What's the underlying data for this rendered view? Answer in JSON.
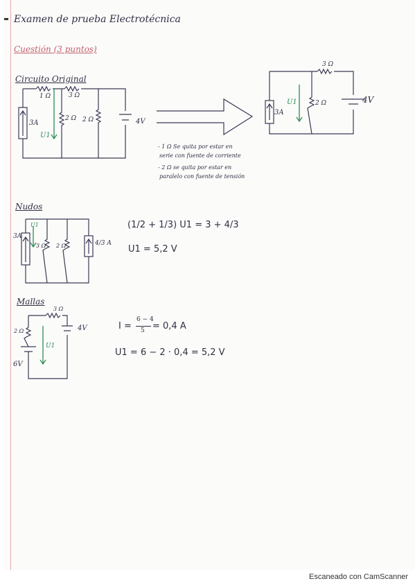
{
  "header": {
    "title": "Examen de prueba  Electrotécnica",
    "question": "Cuestión (3 puntos)"
  },
  "circuit_original": {
    "heading": "Circuito Original",
    "labels": {
      "r1": "1 Ω",
      "r3": "3 Ω",
      "r2a": "2 Ω",
      "r2b": "2 Ω",
      "source_i": "3A",
      "source_v": "4V",
      "u1": "U1"
    }
  },
  "circuit_reduced": {
    "labels": {
      "r3": "3 Ω",
      "r2": "2 Ω",
      "source_i": "3A",
      "source_v": "4V",
      "u1": "U1"
    }
  },
  "notes": {
    "line1a": "- 1 Ω  Se quita  por estar en",
    "line1b": "serie con fuente de corriente",
    "line2a": "- 2 Ω  se quita  por estar en",
    "line2b": "paralelo con fuente de tensión"
  },
  "nudos": {
    "heading": "Nudos",
    "labels": {
      "source_i": "3A",
      "r3": "3 Ω",
      "r2": "2 Ω",
      "source_eq": "4/3 A",
      "u1": "U1"
    },
    "eq1": "(1/2 + 1/3) U1 = 3 + 4/3",
    "eq2": "U1 = 5,2 V"
  },
  "mallas": {
    "heading": "Mallas",
    "labels": {
      "r3": "3 Ω",
      "r2": "2 Ω",
      "v6": "6V",
      "v4": "4V",
      "u1": "U1"
    },
    "eq1_lhs": "I =",
    "eq1_num": "6 − 4",
    "eq1_den": "5",
    "eq1_rhs": "= 0,4 A",
    "eq2": "U1 = 6 − 2 · 0,4 = 5,2 V"
  },
  "footer": "Escaneado con CamScanner"
}
